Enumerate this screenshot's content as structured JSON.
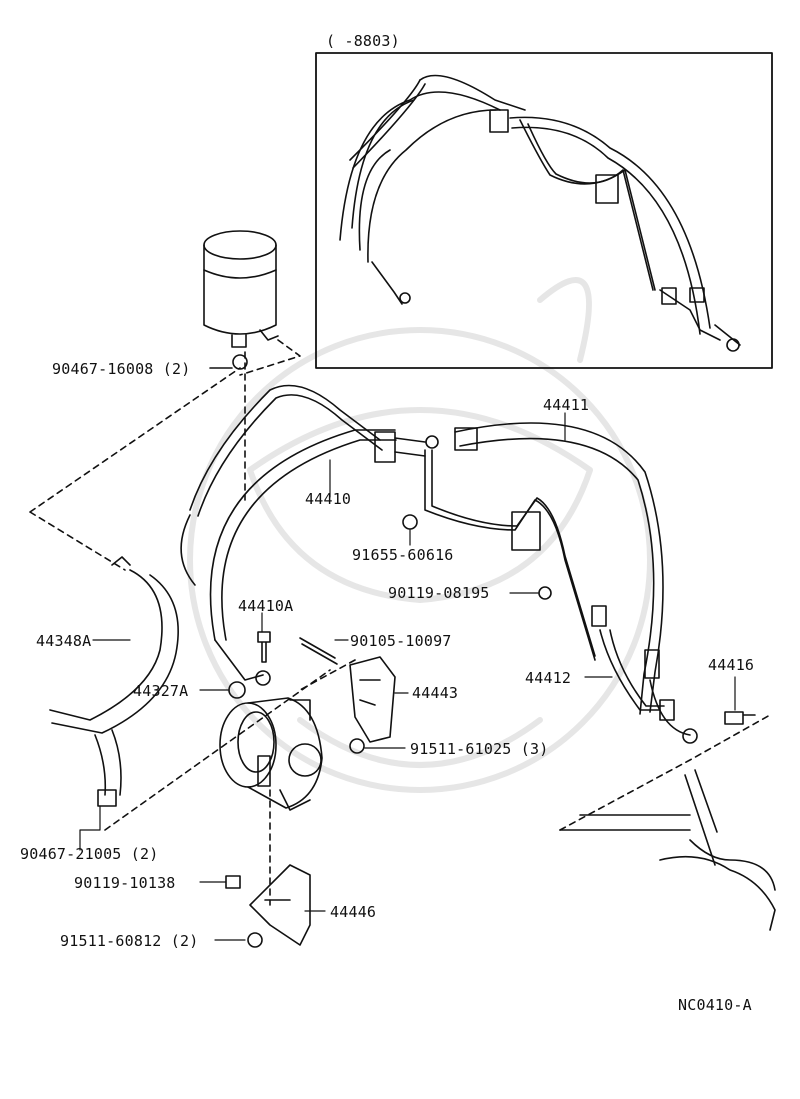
{
  "inset": {
    "caption": "(      -8803)"
  },
  "parts": {
    "reservoir_clamp": "90467-16008 (2)",
    "hose_44411": "44411",
    "hose_44410": "44410",
    "nut_91655": "91655-60616",
    "bolt_90119_08195": "90119-08195",
    "bolt_44410A": "44410A",
    "bolt_90105": "90105-10097",
    "hose_44348A": "44348A",
    "plug_44327A": "44327A",
    "bracket_44443": "44443",
    "hose_44412": "44412",
    "union_44416": "44416",
    "nut_91511_61025": "91511-61025 (3)",
    "clamp_90467_21005": "90467-21005 (2)",
    "bolt_90119_10138": "90119-10138",
    "bracket_44446": "44446",
    "nut_91511_60812": "91511-60812 (2)"
  },
  "figure_code": "NC0410-A",
  "colors": {
    "ink": "#111111",
    "watermark": "#e6e6e6"
  },
  "icons": [
    "reservoir-icon",
    "pump-icon",
    "steering-gear-icon",
    "bolt-icon",
    "nut-icon",
    "clamp-icon",
    "hose-icon"
  ]
}
